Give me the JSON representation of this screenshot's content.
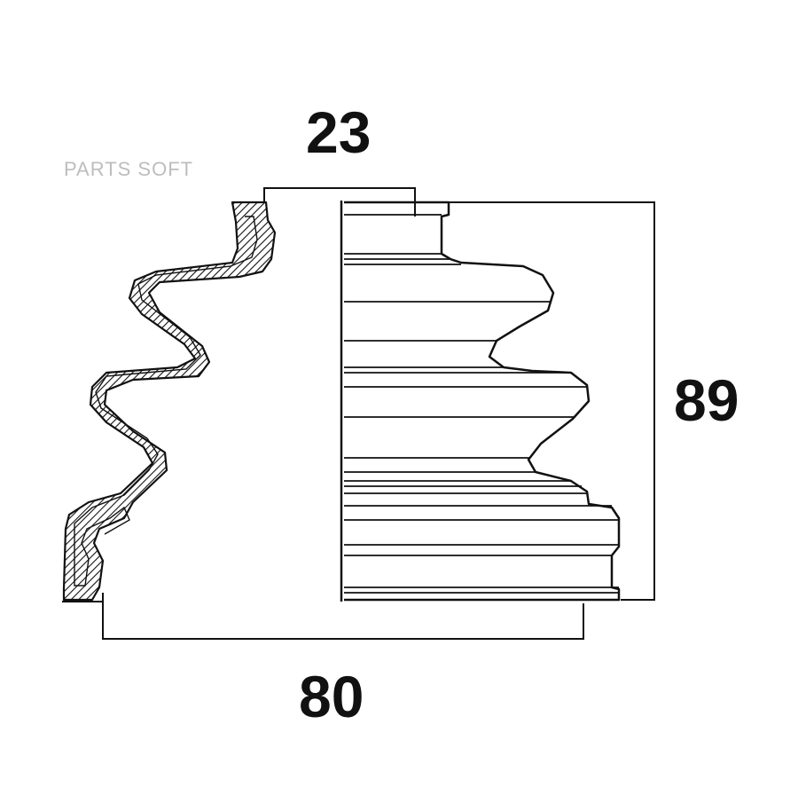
{
  "watermark": "PARTS SOFT",
  "dimensions": {
    "top": "23",
    "right": "89",
    "bottom": "80"
  },
  "colors": {
    "line": "#111111",
    "background": "#ffffff",
    "watermark": "#bdbdbd"
  }
}
